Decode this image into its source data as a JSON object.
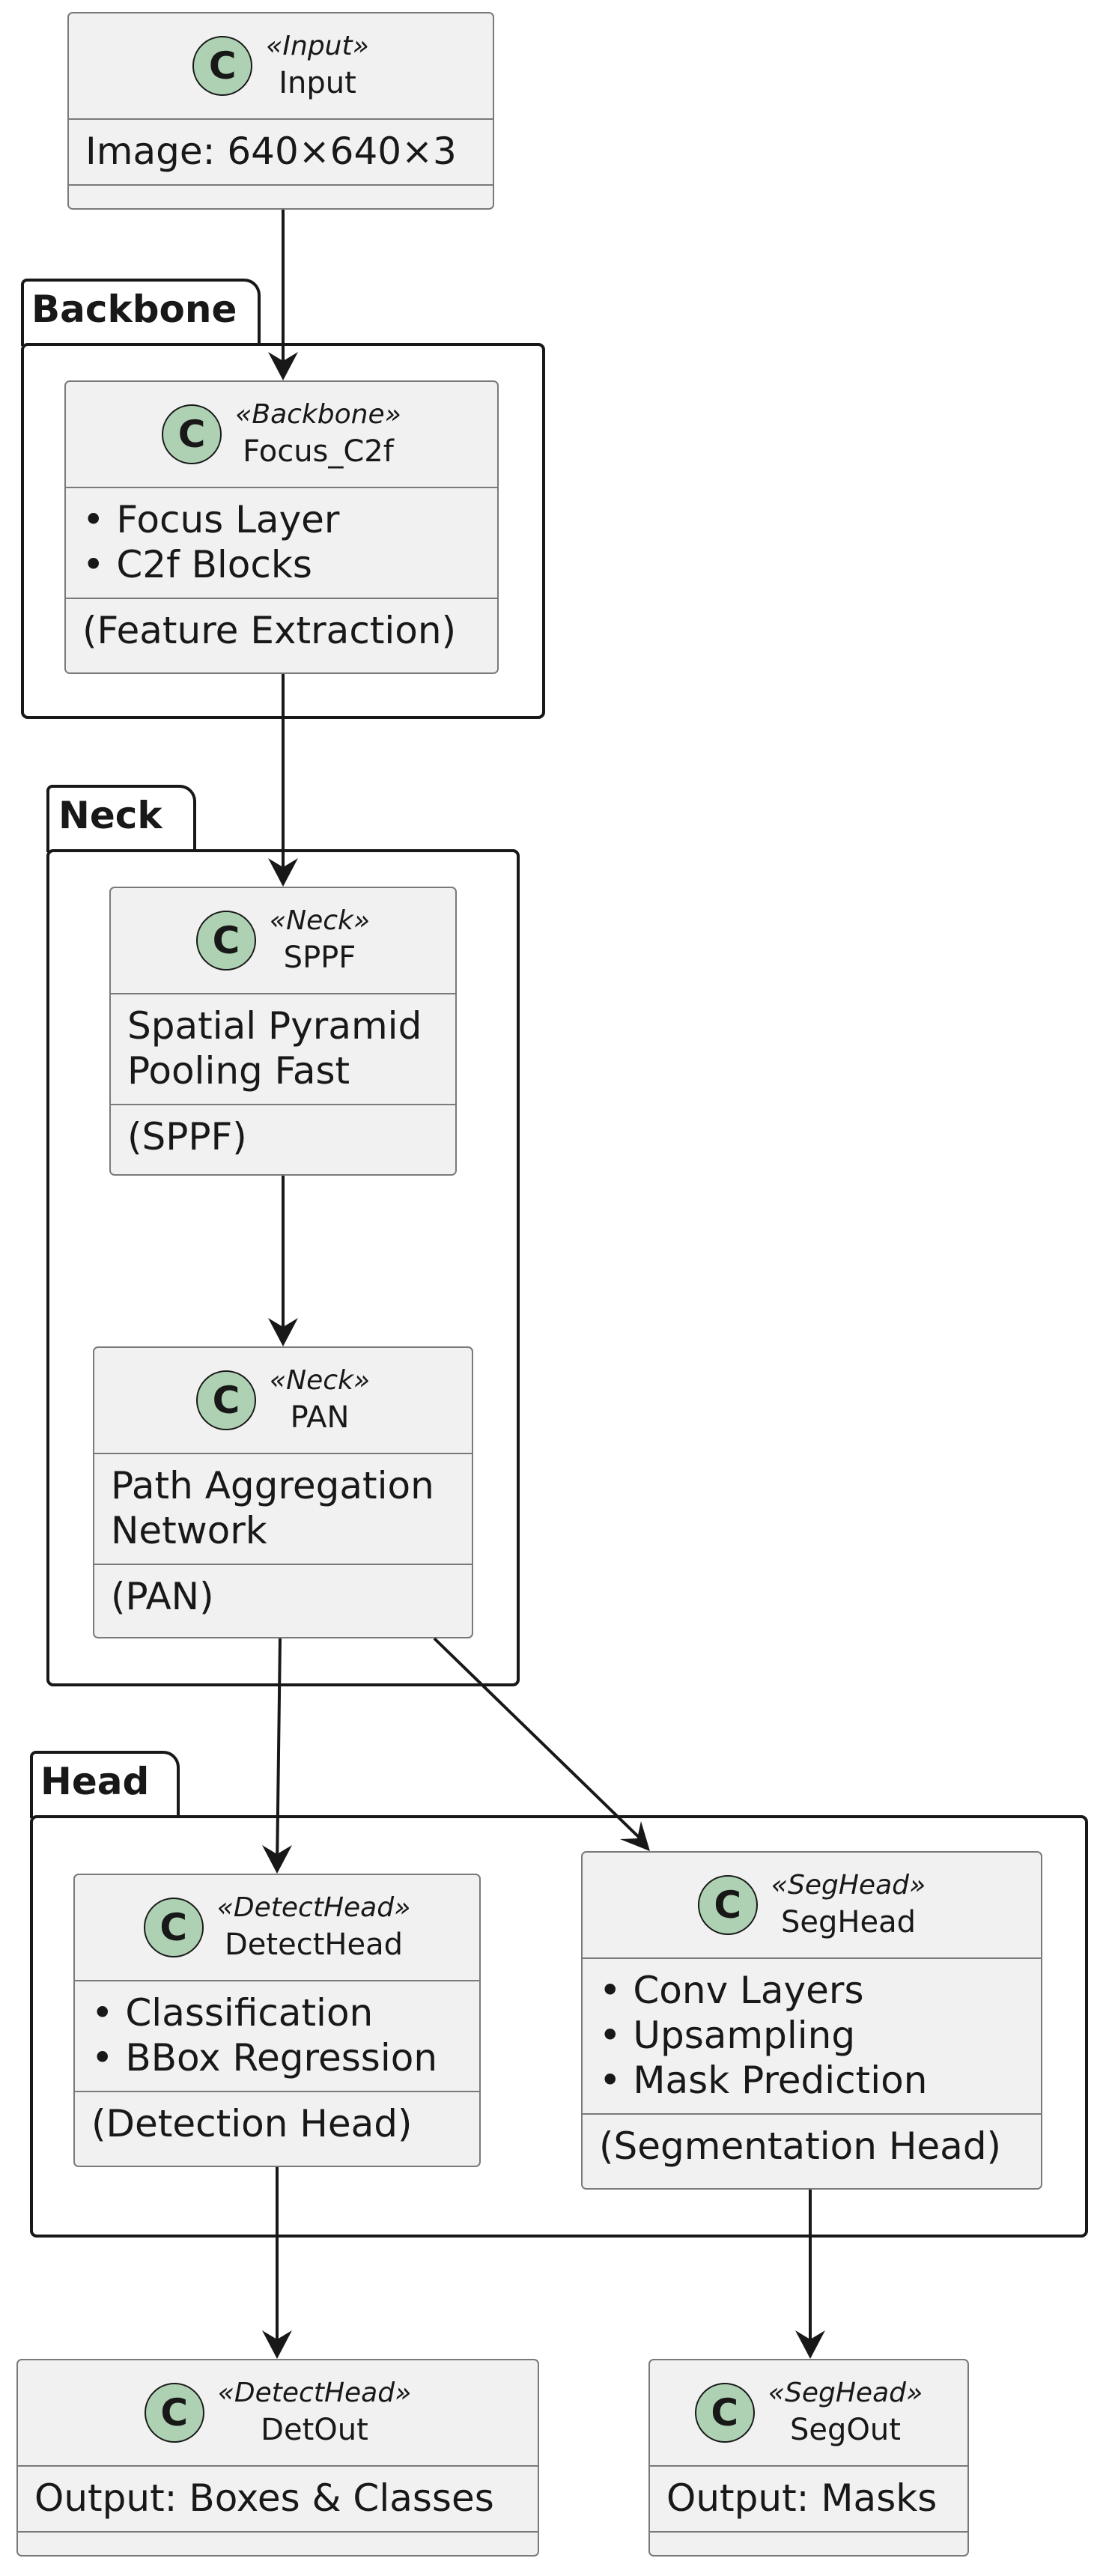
{
  "packages": {
    "backbone": "Backbone",
    "neck": "Neck",
    "head": "Head"
  },
  "classes": {
    "input": {
      "stereotype": "«Input»",
      "name": "Input",
      "lines": [
        "Image: 640×640×3"
      ]
    },
    "focus_c2f": {
      "stereotype": "«Backbone»",
      "name": "Focus_C2f",
      "lines": [
        "• Focus Layer",
        "• C2f Blocks"
      ],
      "note": "(Feature Extraction)"
    },
    "sppf": {
      "stereotype": "«Neck»",
      "name": "SPPF",
      "lines": [
        "Spatial Pyramid",
        "Pooling Fast"
      ],
      "note": "(SPPF)"
    },
    "pan": {
      "stereotype": "«Neck»",
      "name": "PAN",
      "lines": [
        "Path Aggregation",
        "Network"
      ],
      "note": "(PAN)"
    },
    "detecthead": {
      "stereotype": "«DetectHead»",
      "name": "DetectHead",
      "lines": [
        "• Classification",
        "• BBox Regression"
      ],
      "note": "(Detection Head)"
    },
    "seghead": {
      "stereotype": "«SegHead»",
      "name": "SegHead",
      "lines": [
        "• Conv Layers",
        "• Upsampling",
        "• Mask Prediction"
      ],
      "note": "(Segmentation Head)"
    },
    "detout": {
      "stereotype": "«DetectHead»",
      "name": "DetOut",
      "lines": [
        "Output: Boxes & Classes"
      ]
    },
    "segout": {
      "stereotype": "«SegHead»",
      "name": "SegOut",
      "lines": [
        "Output: Masks"
      ]
    }
  },
  "spot_letter": "C",
  "colors": {
    "spot_fill": "#add1b2",
    "class_fill": "#f1f1f1",
    "border": "#181818",
    "class_border": "#7a7a7a"
  }
}
